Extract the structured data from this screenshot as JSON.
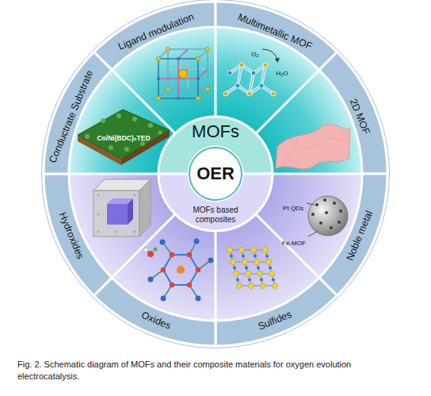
{
  "diagram": {
    "caption": "Fig. 2. Schematic diagram of MOFs and their composite materials for oxygen evolution electrocatalysis.",
    "nodes": [
      {
        "text": [
          "Ligand modulation"
        ]
      },
      {
        "text": [
          "Multimetallic MOF"
        ]
      },
      {
        "text": [
          "2D MOF"
        ]
      },
      {
        "text": [
          "Noble metal"
        ]
      },
      {
        "text": [
          "Sulfides"
        ]
      },
      {
        "text": [
          "Oxides"
        ]
      },
      {
        "text": [
          "Hydroxides"
        ]
      },
      {
        "text": [
          "Conductrate Substrate"
        ]
      },
      {
        "text": [
          "MOFs"
        ]
      },
      {
        "text": [
          "MOFs based composites"
        ]
      },
      {
        "text": [
          "OER"
        ]
      }
    ],
    "labels": [
      "Co/Ni(BDC)₂TED",
      "O₂",
      "H₂O",
      "Pt QDs",
      "Fe-MOF"
    ]
  }
}
